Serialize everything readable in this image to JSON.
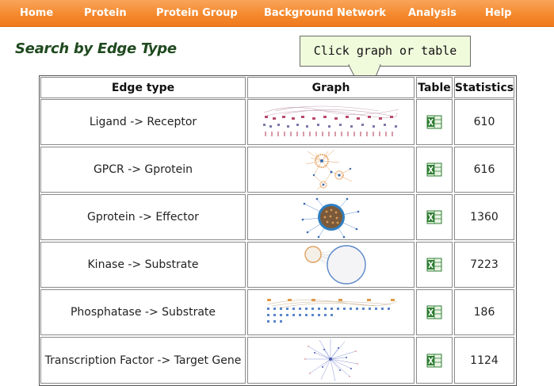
{
  "nav": {
    "items": [
      "Home",
      "Protein",
      "Protein Group",
      "Background Network",
      "Analysis",
      "Help"
    ]
  },
  "page_title": "Search by Edge Type",
  "callout": "Click graph or table",
  "table": {
    "headers": {
      "edge_type": "Edge type",
      "graph": "Graph",
      "table": "Table",
      "statistics": "Statistics"
    },
    "rows": [
      {
        "edge_type": "Ligand -> Receptor",
        "statistics": "610",
        "graph_icon": "ligand-receptor-network-thumbnail"
      },
      {
        "edge_type": "GPCR -> Gprotein",
        "statistics": "616",
        "graph_icon": "gpcr-gprotein-network-thumbnail"
      },
      {
        "edge_type": "Gprotein -> Effector",
        "statistics": "1360",
        "graph_icon": "gprotein-effector-network-thumbnail"
      },
      {
        "edge_type": "Kinase -> Substrate",
        "statistics": "7223",
        "graph_icon": "kinase-substrate-network-thumbnail"
      },
      {
        "edge_type": "Phosphatase -> Substrate",
        "statistics": "186",
        "graph_icon": "phosphatase-substrate-network-thumbnail"
      },
      {
        "edge_type": "Transcription Factor -> Target Gene",
        "statistics": "1124",
        "graph_icon": "tf-target-network-thumbnail"
      }
    ],
    "table_icon": "excel-spreadsheet-icon"
  },
  "colors": {
    "nav_orange": "#f58a2e",
    "title_green": "#1f4a1f",
    "callout_bg": "#f0fbdc",
    "excel_green": "#2e7d32"
  }
}
